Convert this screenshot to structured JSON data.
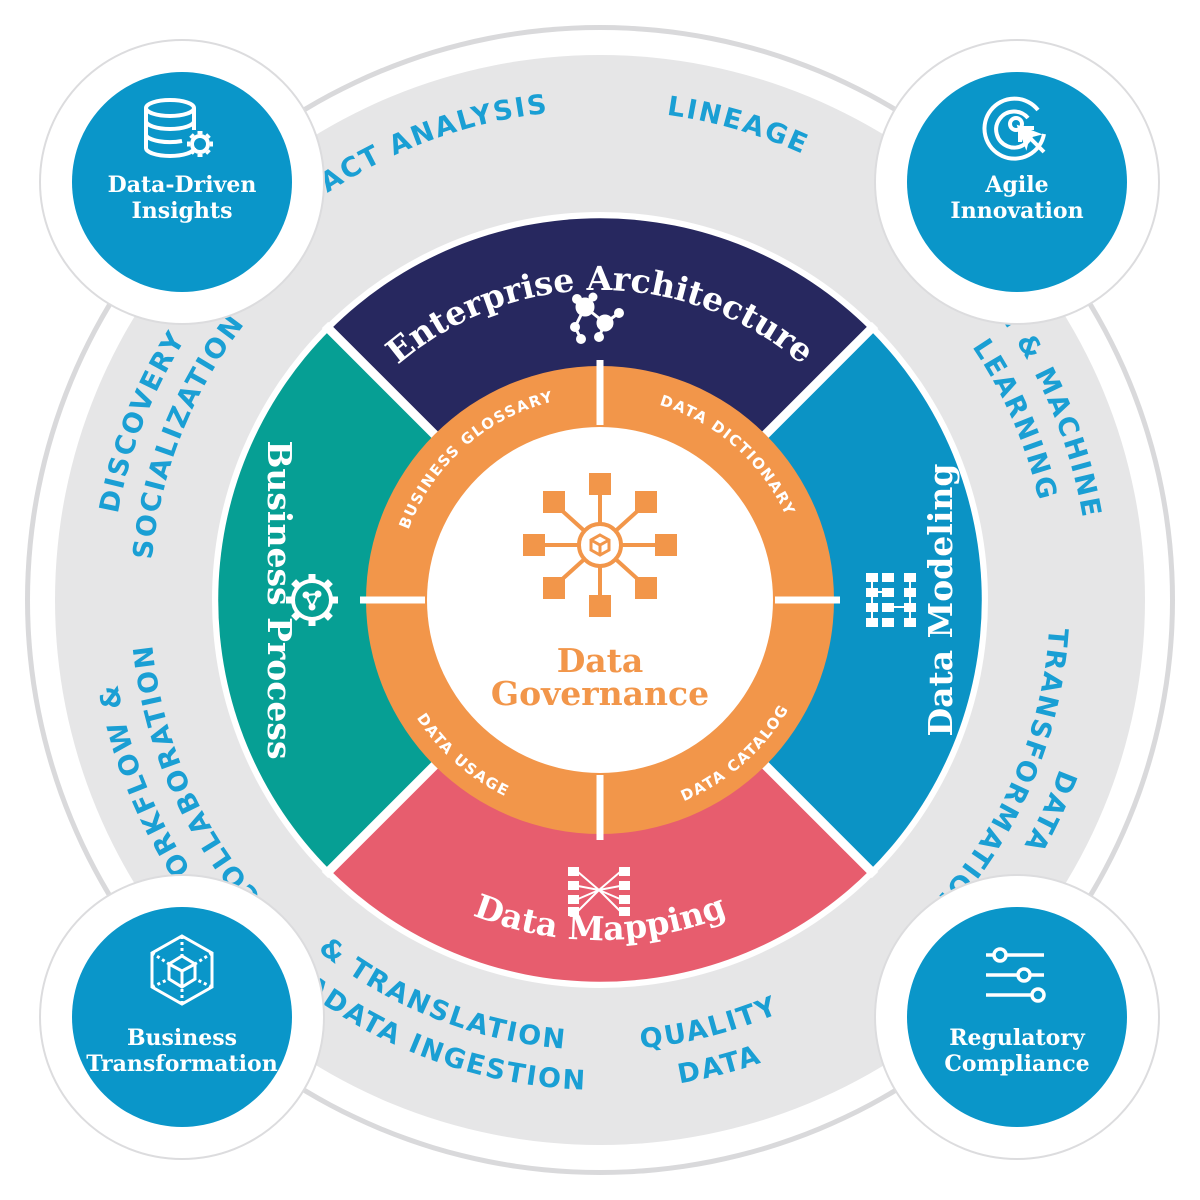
{
  "colors": {
    "outer_ring": "#e6e6e7",
    "outer_ring_edge": "#d2d2d4",
    "corner_bg": "#ffffff",
    "corner_fill": "#0a96c9",
    "outer_text": "#1a9fd4",
    "enterprise": "#27285f",
    "data_modeling": "#0b93c5",
    "data_mapping": "#e75d6e",
    "business_process": "#069f94",
    "orange": "#f2964a",
    "white": "#ffffff"
  },
  "corners": [
    {
      "id": "data-driven-insights",
      "lines": [
        "Data-Driven",
        "Insights"
      ],
      "icon": "database-gear-icon"
    },
    {
      "id": "agile-innovation",
      "lines": [
        "Agile",
        "Innovation"
      ],
      "icon": "target-cursor-icon"
    },
    {
      "id": "business-transformation",
      "lines": [
        "Business",
        "Transformation"
      ],
      "icon": "cube-icon"
    },
    {
      "id": "regulatory-compliance",
      "lines": [
        "Regulatory",
        "Compliance"
      ],
      "icon": "sliders-icon"
    }
  ],
  "outer_labels": {
    "impact_analysis": "IMPACT ANALYSIS",
    "lineage": "LINEAGE",
    "discovery_1": "DISCOVERY &",
    "discovery_2": "SOCIALIZATION",
    "workflow_1": "WORKFLOW &",
    "workflow_2": "COLLABORATION",
    "ai_1": "AI & MACHINE",
    "ai_2": "LEARNING",
    "transformation_1": "DATA",
    "transformation_2": "TRANSFORMATION",
    "metadata_1": "METADATA INGESTION",
    "metadata_2": "& TRANSLATION",
    "quality_1": "DATA",
    "quality_2": "QUALITY"
  },
  "segments": {
    "enterprise_architecture": "Enterprise Architecture",
    "data_modeling": "Data Modeling",
    "data_mapping": "Data Mapping",
    "business_process": "Business Process"
  },
  "inner_ring": {
    "business_glossary": "BUSINESS GLOSSARY",
    "data_dictionary": "DATA DICTIONARY",
    "data_usage": "DATA USAGE",
    "data_catalog": "DATA CATALOG"
  },
  "center": {
    "line1": "Data",
    "line2": "Governance",
    "icon": "network-hub-icon"
  }
}
